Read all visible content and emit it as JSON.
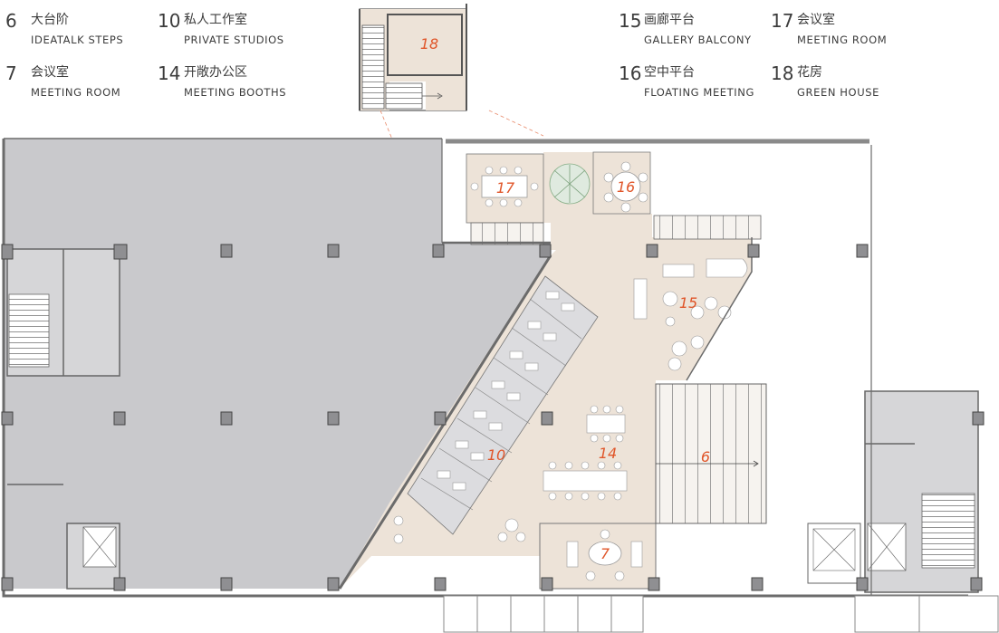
{
  "legend": [
    {
      "num": "6",
      "cn": "大台阶",
      "en": "IDEATALK STEPS"
    },
    {
      "num": "7",
      "cn": "会议室",
      "en": "MEETING ROOM"
    },
    {
      "num": "10",
      "cn": "私人工作室",
      "en": "PRIVATE STUDIOS"
    },
    {
      "num": "14",
      "cn": "开敞办公区",
      "en": "MEETING BOOTHS"
    },
    {
      "num": "15",
      "cn": "画廊平台",
      "en": "GALLERY BALCONY"
    },
    {
      "num": "16",
      "cn": "空中平台",
      "en": "FLOATING MEETING"
    },
    {
      "num": "17",
      "cn": "会议室",
      "en": "MEETING ROOM"
    },
    {
      "num": "18",
      "cn": "花房",
      "en": "GREEN HOUSE"
    }
  ],
  "rooms": {
    "r6": "6",
    "r7": "7",
    "r10": "10",
    "r14": "14",
    "r15": "15",
    "r16": "16",
    "r17": "17",
    "r18": "18"
  },
  "colors": {
    "accent_label": "#e0562a",
    "void_gray": "#c9c9cc",
    "floor_beige": "#ede3d8",
    "wall": "#6b6b6b"
  }
}
